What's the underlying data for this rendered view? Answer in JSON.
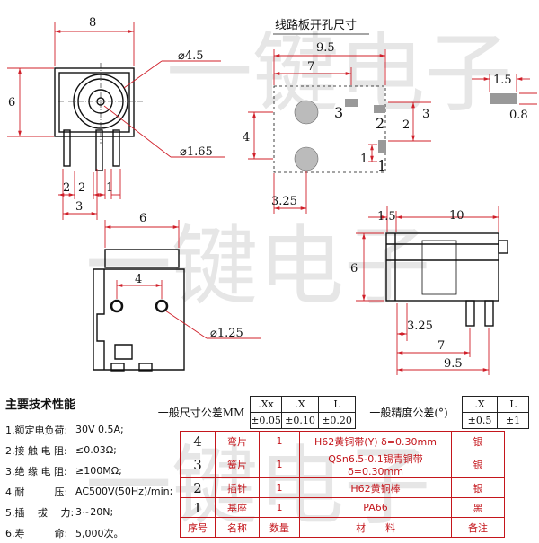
{
  "watermark": "一键电子",
  "pcb_title": "线路板开孔尺寸",
  "front_view": {
    "width": "8",
    "height": "6",
    "bottom_pitch": "2",
    "bottom_pitch_b": "2",
    "bottom_span": "3",
    "outer_diameter": "⌀4.5",
    "pin_diameter": "⌀1.65",
    "pin_label_1": "1"
  },
  "pcb_layout": {
    "overall": "9.5",
    "pitch": "7",
    "vertical": "4",
    "offset": "3.25",
    "offset_right": "3",
    "pad_pitch": "2",
    "pad_width": "1.5",
    "pad_thick": "0.8",
    "label_1": "1",
    "label_2": "2",
    "label_3": "3",
    "mark_1": "1"
  },
  "top_view": {
    "width": "6",
    "hole_pitch": "4",
    "hole_diameter": "⌀1.25"
  },
  "side_view": {
    "length": "10",
    "front_offset": "1.5",
    "height": "6",
    "pin_a": "3.25",
    "pin_b": "7",
    "pin_c": "9.5"
  },
  "tolerance": {
    "general_label": "一般尺寸公差MM",
    "cols": [
      ".Xx",
      ".X",
      "L"
    ],
    "vals": [
      "±0.05",
      "±0.10",
      "±0.20"
    ],
    "angle_label": "一般精度公差(°)",
    "angle_cols": [
      ".X",
      "L"
    ],
    "angle_vals": [
      "±0.5",
      "±1"
    ]
  },
  "parts": {
    "header": [
      "序号",
      "名称",
      "数量",
      "材　　料",
      "备注"
    ],
    "rows": [
      {
        "no": "4",
        "name": "弯片",
        "qty": "1",
        "material": "H62黄铜带(Y) δ=0.30mm",
        "note": "银"
      },
      {
        "no": "3",
        "name": "簧片",
        "qty": "1",
        "material": "QSn6.5-0.1锡青铜带 δ=0.30mm",
        "note": "银"
      },
      {
        "no": "2",
        "name": "插针",
        "qty": "1",
        "material": "H62黄铜棒",
        "note": "银"
      },
      {
        "no": "1",
        "name": "基座",
        "qty": "1",
        "material": "PA66",
        "note": "黑"
      }
    ]
  },
  "specs": {
    "title": "主要技术性能",
    "items": [
      {
        "k": "1.额定电负荷:",
        "v": "30V 0.5A;"
      },
      {
        "k": "2.接 触 电 阻:",
        "v": "≤0.03Ω;"
      },
      {
        "k": "3.绝 缘 电 阻:",
        "v": "≥100MΩ;"
      },
      {
        "k": "4.耐　　　压:",
        "v": "AC500V(50Hz)/min;"
      },
      {
        "k": "5.插　 拔　 力:",
        "v": "3~20N;"
      },
      {
        "k": "6.寿　　　命:",
        "v": "5,000次。"
      }
    ]
  }
}
